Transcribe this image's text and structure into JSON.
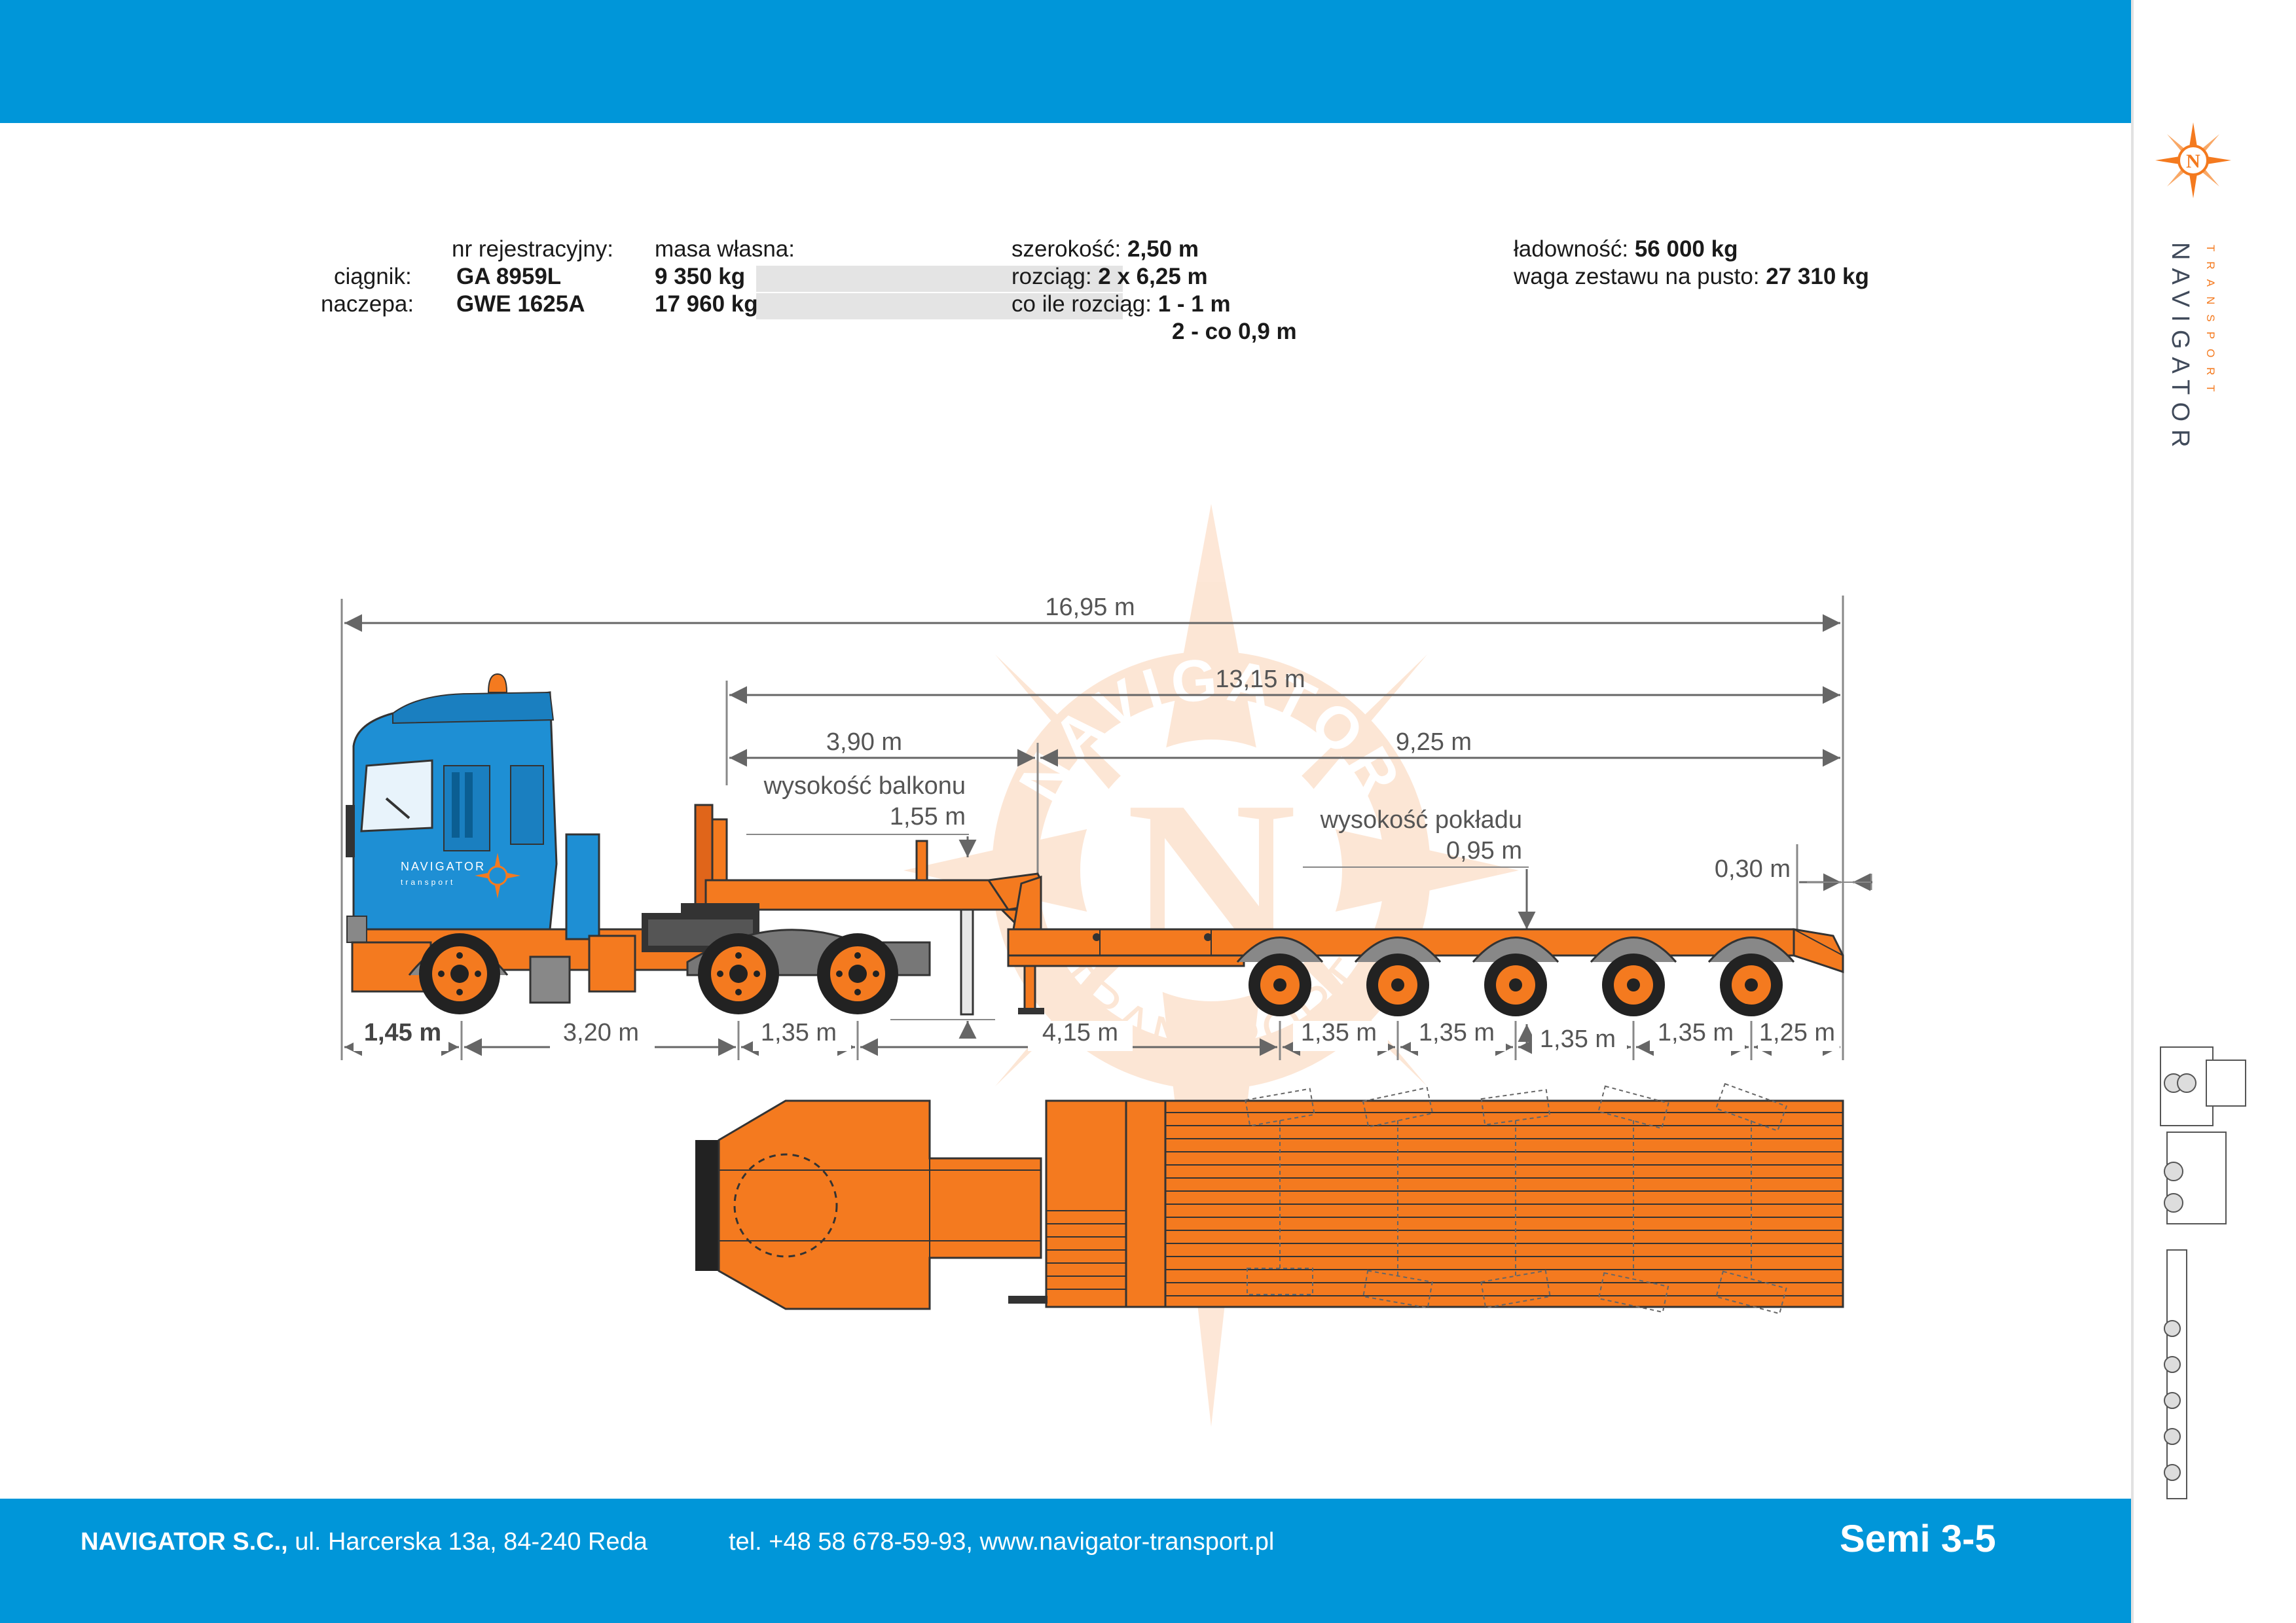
{
  "header": {
    "col_reg": "nr rejestracyjny:",
    "col_mass": "masa własna:",
    "rows": [
      {
        "label": "ciągnik:",
        "reg": "GA 8959L",
        "mass": "9 350 kg"
      },
      {
        "label": "naczepa:",
        "reg": "GWE 1625A",
        "mass": "17 960 kg"
      }
    ]
  },
  "specs": {
    "width_label": "szerokość:",
    "width_value": "2,50 m",
    "extension_label": "rozciąg:",
    "extension_value": "2 x 6,25 m",
    "step_label": "co ile rozciąg:",
    "step_value_1": "1 - 1 m",
    "step_value_2": "2 - co 0,9 m",
    "capacity_label": "ładowność:",
    "capacity_value": "56 000 kg",
    "empty_weight_label": "waga zestawu na pusto:",
    "empty_weight_value": "27 310 kg"
  },
  "dimensions": {
    "total_length": "16,95 m",
    "trailer_length": "13,15 m",
    "gooseneck_length": "3,90 m",
    "deck_length": "9,25 m",
    "balcony_height_label": "wysokość balkonu",
    "balcony_height_value": "1,55 m",
    "deck_height_label": "wysokość pokładu",
    "deck_height_value": "0,95 m",
    "rear_overhang_height": "0,30 m",
    "bottom": [
      "1,45 m",
      "3,20 m",
      "1,35 m",
      "4,15 m",
      "1,35 m",
      "1,35 m",
      "1,35 m",
      "1,35 m",
      "1,25 m"
    ]
  },
  "truck": {
    "door_brand": "NAVIGATOR",
    "door_brand_sub": "transport"
  },
  "watermark": {
    "top_text": "NAVIGATOR",
    "bottom_text": "TRANSPORT",
    "letter": "N"
  },
  "sidebar": {
    "brand": "NAVIGATOR",
    "brand_sub": "TRANSPORT"
  },
  "footer": {
    "company": "NAVIGATOR S.C.,",
    "address": " ul. Harcerska  13a, 84-240 Reda",
    "contact": "tel.  +48 58 678-59-93, www.navigator-transport.pl",
    "model": "Semi 3-5"
  },
  "colors": {
    "brand_blue": "#0096d9",
    "trailer_orange": "#f47a1f",
    "cab_blue": "#1e8fd4"
  }
}
